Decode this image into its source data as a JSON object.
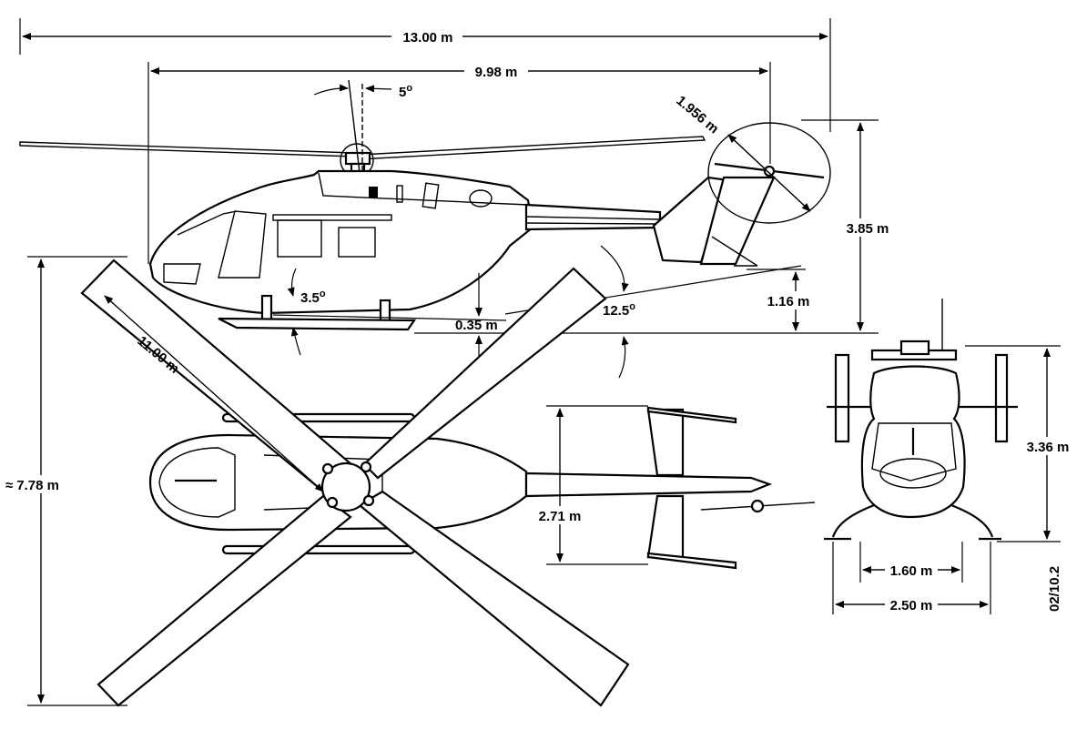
{
  "labels": {
    "overall_length": "13.00 m",
    "fuselage_length": "9.98 m",
    "mast_tilt_deg": "5",
    "tail_rotor_dia": "1.956 m",
    "height_overall": "3.85 m",
    "tail_height": "1.16 m",
    "tail_angle_deg": "12.5",
    "skid_angle_deg": "3.5",
    "ground_clearance": "0.35 m",
    "rotor_dia": "11.00 m",
    "overall_width": "7.78 m",
    "overall_width_prefix": "≈",
    "stabilizer_span": "2.71 m",
    "front_height": "3.36 m",
    "skid_track": "1.60 m",
    "front_width": "2.50 m",
    "drawing_ref": "02/10.2"
  }
}
